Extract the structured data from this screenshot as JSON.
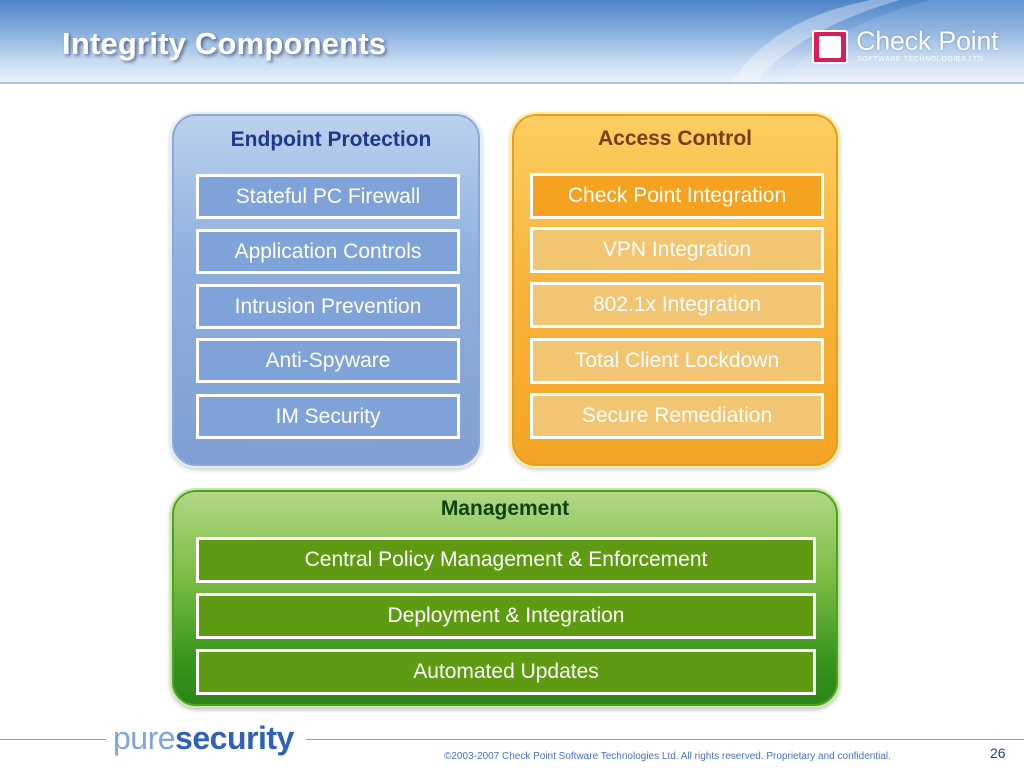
{
  "slide": {
    "title": "Integrity Components",
    "page_number": "26"
  },
  "logo": {
    "name": "Check Point",
    "subtitle": "SOFTWARE TECHNOLOGIES LTD."
  },
  "panels": {
    "endpoint": {
      "heading": "Endpoint Protection",
      "items": [
        "Stateful PC Firewall",
        "Application Controls",
        "Intrusion Prevention",
        "Anti-Spyware",
        "IM Security"
      ]
    },
    "access": {
      "heading": "Access Control",
      "items": [
        "Check Point Integration",
        "VPN Integration",
        "802.1x Integration",
        "Total Client Lockdown",
        "Secure Remediation"
      ]
    },
    "management": {
      "heading": "Management",
      "items": [
        "Central Policy Management & Enforcement",
        "Deployment & Integration",
        "Automated Updates"
      ]
    }
  },
  "footer": {
    "brand_pure": "pure",
    "brand_security": "security",
    "copyright": "©2003-2007 Check Point Software Technologies Ltd. All rights reserved. Proprietary and confidential."
  },
  "colors": {
    "endpoint": "#8fb0de",
    "access": "#f7b23a",
    "management": "#4fa02a",
    "title": "#ffffff"
  }
}
